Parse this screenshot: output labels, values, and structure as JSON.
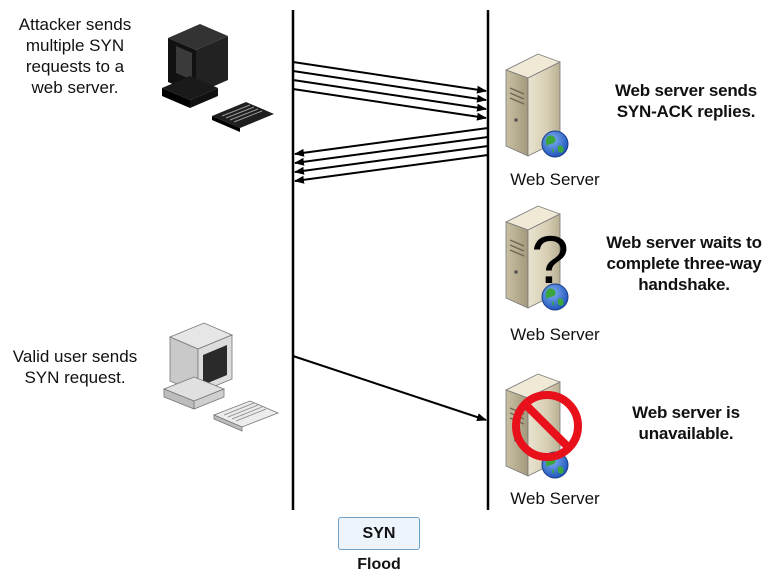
{
  "attacker_note": [
    "Attacker sends",
    "multiple SYN",
    "requests to a",
    "web server."
  ],
  "valid_user_note": [
    "Valid user sends",
    "SYN request."
  ],
  "servers": [
    {
      "caption": "Web Server",
      "note": [
        "Web server sends",
        "SYN-ACK replies."
      ]
    },
    {
      "caption": "Web Server",
      "note": [
        "Web server waits to",
        "complete three-way",
        "handshake."
      ]
    },
    {
      "caption": "Web Server",
      "note": [
        "Web server is",
        "unavailable."
      ]
    }
  ],
  "question_mark": "?",
  "caption": "SYN Flood",
  "icons": {
    "attacker": "attacker-computer-icon",
    "user": "valid-user-computer-icon",
    "server": "web-server-icon",
    "globe": "globe-icon",
    "prohibited": "prohibited-icon"
  },
  "colors": {
    "prohibited": "#e8101a",
    "caption_border": "#6ea0c8",
    "caption_fill": "#eef4fb"
  }
}
